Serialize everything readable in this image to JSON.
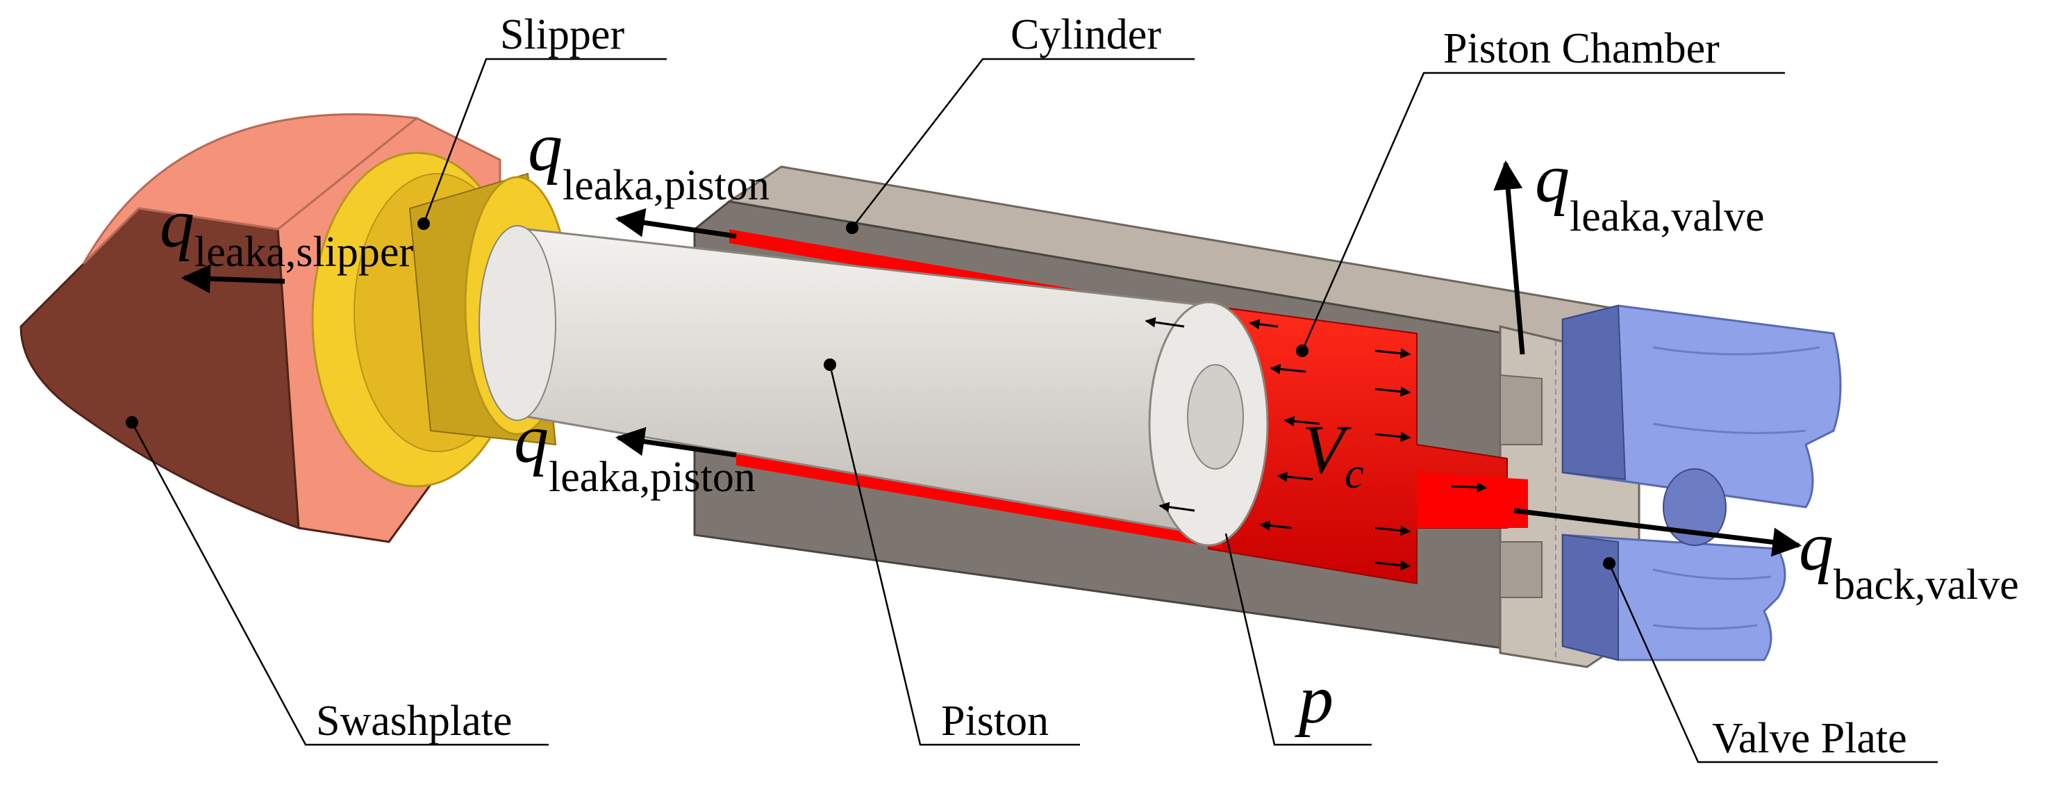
{
  "labels": {
    "slipper": "Slipper",
    "cylinder": "Cylinder",
    "piston_chamber": "Piston Chamber",
    "swashplate": "Swashplate",
    "piston": "Piston",
    "valve_plate": "Valve Plate"
  },
  "flows": {
    "leak_slipper": {
      "symbol": "q",
      "subscript": "leaka,slipper"
    },
    "leak_piston_top": {
      "symbol": "q",
      "subscript": "leaka,piston"
    },
    "leak_piston_bottom": {
      "symbol": "q",
      "subscript": "leaka,piston"
    },
    "leak_valve": {
      "symbol": "q",
      "subscript": "leaka,valve"
    },
    "back_valve": {
      "symbol": "q",
      "subscript": "back,valve"
    }
  },
  "quantities": {
    "volume": {
      "symbol": "V",
      "subscript": "c"
    },
    "pressure": {
      "symbol": "p"
    }
  },
  "colors": {
    "swashplate_light": "#f4937a",
    "swashplate_dark": "#7a3a2c",
    "slipper": "#f5cd2a",
    "slipper_dark": "#c9a21d",
    "cylinder_top": "#bdb3a9",
    "cylinder_face": "#7d7670",
    "piston": "#e4e1dc",
    "chamber": "#ff0000",
    "valve_plate": "#8fa1e8",
    "valve_plate_dark": "#5a6ab0"
  }
}
